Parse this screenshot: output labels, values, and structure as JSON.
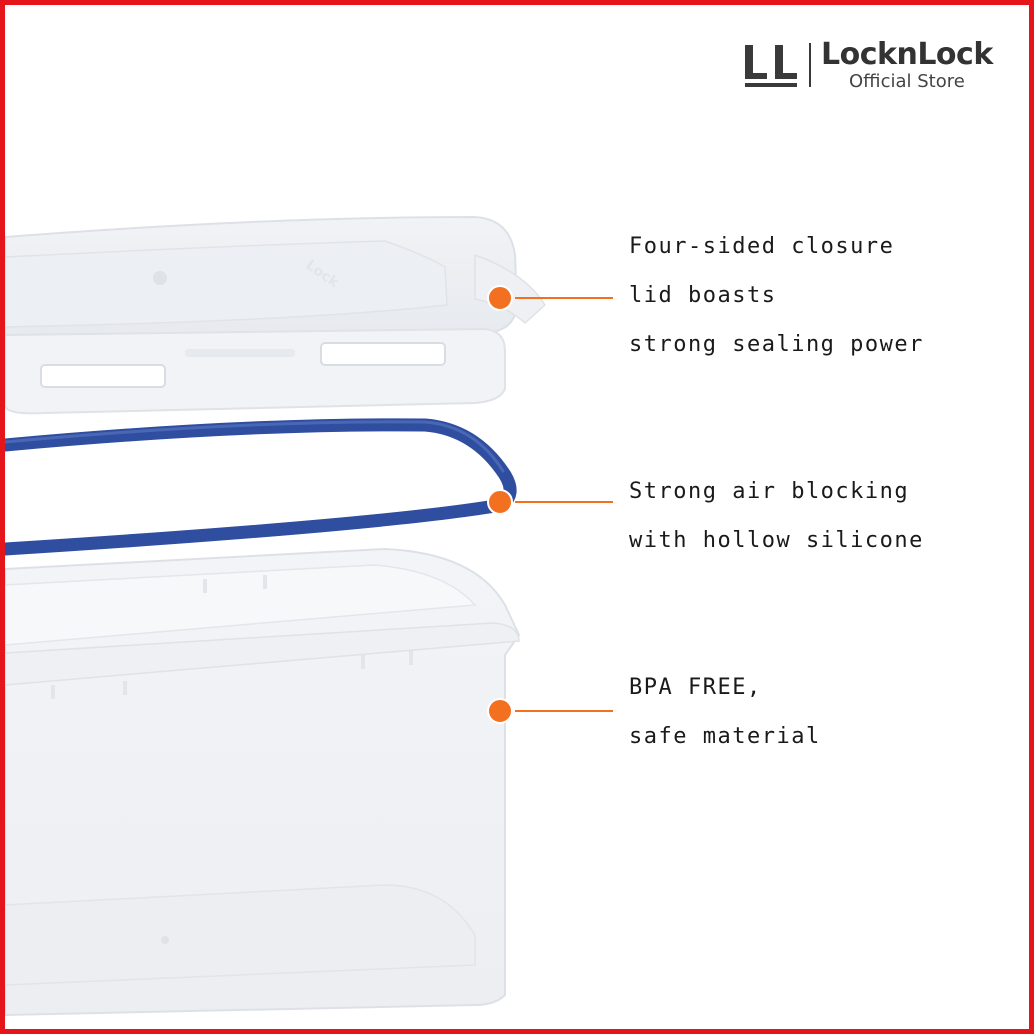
{
  "logo": {
    "brand": "LocknLock",
    "subtitle": "Official Store",
    "mark_letters": "LL"
  },
  "callouts": [
    {
      "lines": [
        "Four-sided closure",
        "lid boasts",
        "strong sealing power"
      ]
    },
    {
      "lines": [
        "Strong air blocking",
        "with hollow silicone"
      ]
    },
    {
      "lines": [
        "BPA FREE,",
        "safe material"
      ]
    }
  ],
  "colors": {
    "frame": "#e5161b",
    "accent": "#f2701f",
    "gasket": "#2f4ea0",
    "text": "#1a1a1a"
  }
}
